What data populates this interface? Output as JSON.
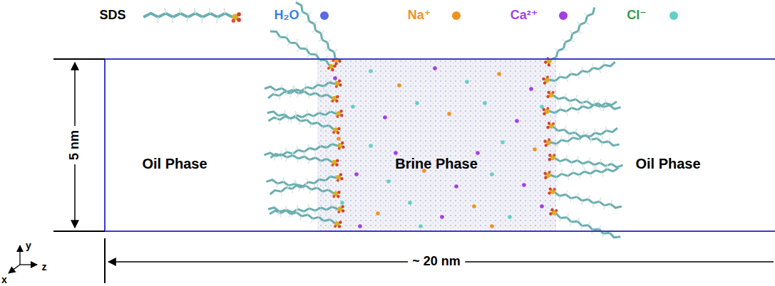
{
  "diagram": {
    "labels": [
      "Oil Phase",
      "Brine Phase",
      "Oil Phase",
      "5 nm",
      "~ 20 nm",
      "y",
      "z",
      "x"
    ],
    "legend": [
      {
        "text": "SDS"
      },
      {
        "text": "H₂O",
        "color": "#5b6be6"
      },
      {
        "text": "Na⁺",
        "color": "#f0921e"
      },
      {
        "text": "Ca²⁺",
        "color": "#a23ee6"
      },
      {
        "text": "Cl⁻",
        "color": "#62cfc8"
      }
    ]
  }
}
